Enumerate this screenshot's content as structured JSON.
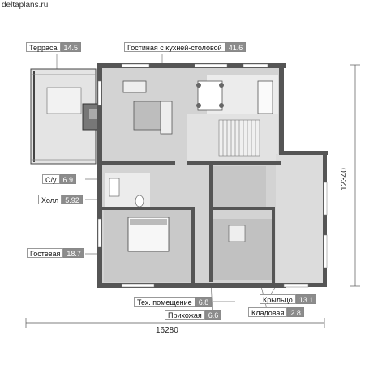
{
  "watermark": "deltaplans.ru",
  "dimensions": {
    "width": "16280",
    "height": "12340"
  },
  "rooms": [
    {
      "name": "Терраса",
      "area": "14.5"
    },
    {
      "name": "Гостиная с кухней-столовой",
      "area": "41.6"
    },
    {
      "name": "С/у",
      "area": "6.9"
    },
    {
      "name": "Холл",
      "area": "5.92"
    },
    {
      "name": "Гостевая",
      "area": "18.7"
    },
    {
      "name": "Тех. помещение",
      "area": "6.8"
    },
    {
      "name": "Прихожая",
      "area": "6.6"
    },
    {
      "name": "Крыльцо",
      "area": "13.1"
    },
    {
      "name": "Кладовая",
      "area": "2.8"
    }
  ],
  "colors": {
    "wall": "#5a5a5a",
    "floor": "#d2d2d2",
    "tile": "#e6e6e6",
    "label_area": "#8c8c8c"
  }
}
